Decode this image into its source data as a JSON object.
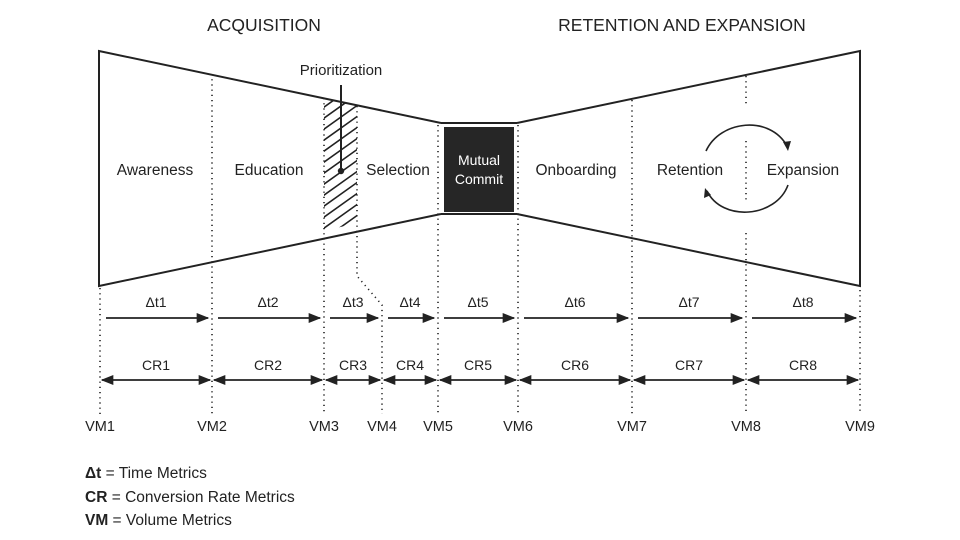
{
  "headings": {
    "left": "ACQUISITION",
    "right": "RETENTION AND EXPANSION"
  },
  "stages": [
    {
      "id": "awareness",
      "label": "Awareness"
    },
    {
      "id": "education",
      "label": "Education"
    },
    {
      "id": "prioritization",
      "label": "Prioritization"
    },
    {
      "id": "selection",
      "label": "Selection"
    },
    {
      "id": "mutual_commit",
      "label_line1": "Mutual",
      "label_line2": "Commit"
    },
    {
      "id": "onboarding",
      "label": "Onboarding"
    },
    {
      "id": "retention",
      "label": "Retention"
    },
    {
      "id": "expansion",
      "label": "Expansion"
    }
  ],
  "time_metrics": [
    "Δt1",
    "Δt2",
    "Δt3",
    "Δt4",
    "Δt5",
    "Δt6",
    "Δt7",
    "Δt8"
  ],
  "conversion_metrics": [
    "CR1",
    "CR2",
    "CR3",
    "CR4",
    "CR5",
    "CR6",
    "CR7",
    "CR8"
  ],
  "volume_metrics": [
    "VM1",
    "VM2",
    "VM3",
    "VM4",
    "VM5",
    "VM6",
    "VM7",
    "VM8",
    "VM9"
  ],
  "legend": [
    {
      "key": "Δt",
      "sep": " = ",
      "desc": "Time Metrics"
    },
    {
      "key": "CR",
      "sep": " = ",
      "desc": "Conversion Rate Metrics"
    },
    {
      "key": "VM",
      "sep": " = ",
      "desc": "Volume Metrics"
    }
  ],
  "colors": {
    "ink": "#222222",
    "commit_fill": "#262626",
    "commit_text": "#ffffff"
  }
}
